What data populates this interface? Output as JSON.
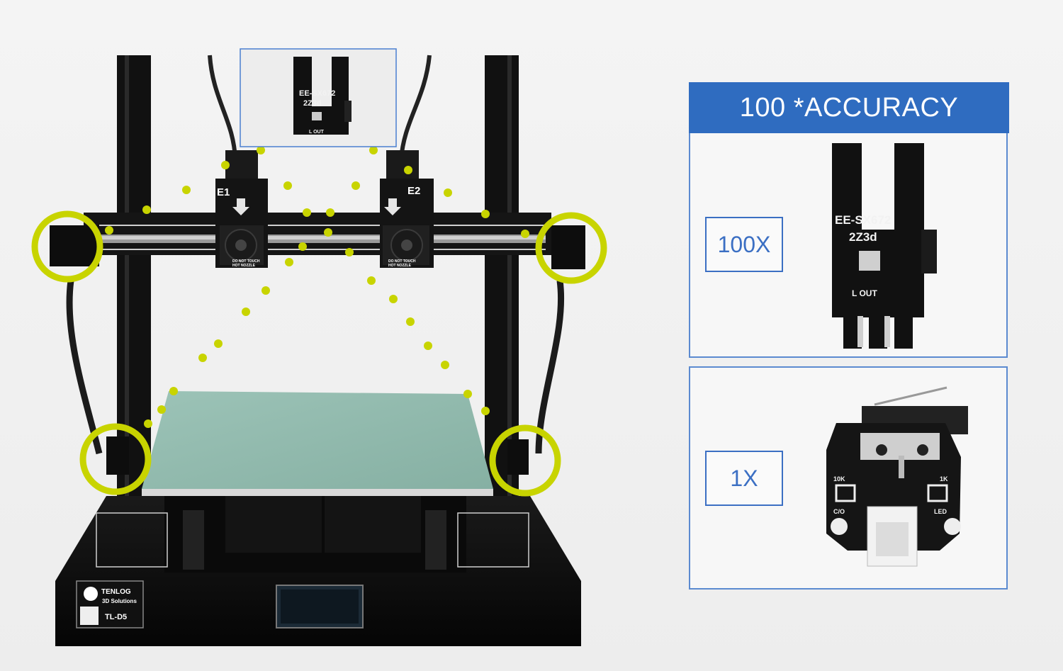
{
  "accuracy_banner": {
    "title": "100 *ACCURACY"
  },
  "optical_panel": {
    "multiplier": "100X",
    "sensor_model": "EE-SX672",
    "sensor_code": "2Z3d",
    "sensor_pins": "L OUT"
  },
  "mechanical_panel": {
    "multiplier": "1X",
    "resistor_left": "10K",
    "resistor_right": "1K",
    "pad_left": "C/O",
    "pad_right": "LED"
  },
  "inset": {
    "sensor_model": "EE-SX672",
    "sensor_code": "2Z3d",
    "sensor_pins": "L OUT"
  },
  "printer": {
    "extruder_left": "E1",
    "extruder_right": "E2",
    "brand": "TENLOG",
    "brand_sub": "3D Solutions",
    "model": "TL-D5",
    "nozzle_warning_1": "DO NOT TOUCH",
    "nozzle_warning_2": "HOT NOZZLE"
  },
  "colors": {
    "banner_blue": "#2f6cc0",
    "highlight": "#c8d400",
    "bed_glass": "#8fb8ab"
  }
}
